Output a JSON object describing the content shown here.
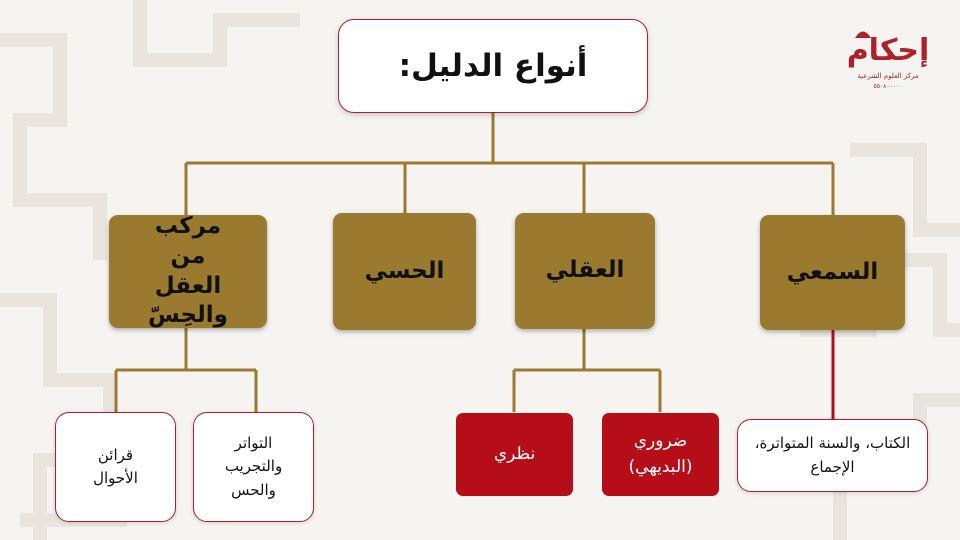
{
  "title": "أنواع الدليل:",
  "logo": {
    "name": "إحكام",
    "subtitle": "مركز العلوم الشرعية",
    "number": "٥٥٠٨٠٠٠٠٠"
  },
  "categories": [
    {
      "label": "السمعي"
    },
    {
      "label": "العقلي"
    },
    {
      "label": "الحسي"
    },
    {
      "label": "مركب من العقل والحِسّ"
    }
  ],
  "leaves": {
    "samei": {
      "text": "الكتاب، والسنة المتواترة، الإجماع"
    },
    "daruri": {
      "text": "ضروري (البديهي)"
    },
    "nazari": {
      "text": "نظري"
    },
    "tawatur": {
      "text": "التواتر والتجريب والحس"
    },
    "qarain": {
      "text": "قرائن الأحوال"
    }
  },
  "colors": {
    "gold": "#9a7a2e",
    "red": "#b60e18",
    "border": "#b0202a",
    "background": "#f6f4f1"
  }
}
